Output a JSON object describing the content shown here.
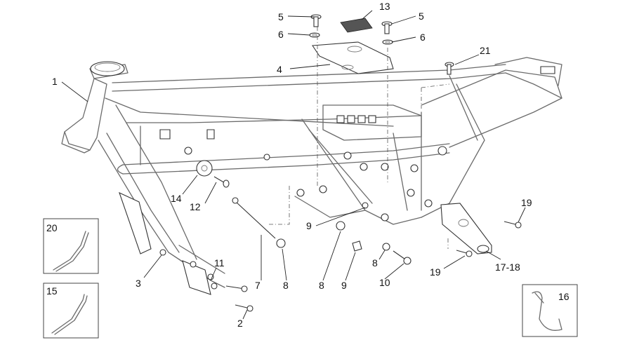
{
  "diagram": {
    "labels": [
      {
        "id": "1",
        "text": "1"
      },
      {
        "id": "2",
        "text": "2"
      },
      {
        "id": "3",
        "text": "3"
      },
      {
        "id": "4",
        "text": "4"
      },
      {
        "id": "5a",
        "text": "5"
      },
      {
        "id": "5b",
        "text": "5"
      },
      {
        "id": "6a",
        "text": "6"
      },
      {
        "id": "6b",
        "text": "6"
      },
      {
        "id": "7",
        "text": "7"
      },
      {
        "id": "8a",
        "text": "8"
      },
      {
        "id": "8b",
        "text": "8"
      },
      {
        "id": "8c",
        "text": "8"
      },
      {
        "id": "9a",
        "text": "9"
      },
      {
        "id": "9b",
        "text": "9"
      },
      {
        "id": "10",
        "text": "10"
      },
      {
        "id": "11",
        "text": "11"
      },
      {
        "id": "12",
        "text": "12"
      },
      {
        "id": "13",
        "text": "13"
      },
      {
        "id": "14",
        "text": "14"
      },
      {
        "id": "15",
        "text": "15"
      },
      {
        "id": "16",
        "text": "16"
      },
      {
        "id": "17-18",
        "text": "17-18"
      },
      {
        "id": "19a",
        "text": "19"
      },
      {
        "id": "19b",
        "text": "19"
      },
      {
        "id": "20",
        "text": "20"
      },
      {
        "id": "21",
        "text": "21"
      }
    ],
    "colors": {
      "line": "#6b6b6b",
      "ink": "#111111",
      "background": "#ffffff"
    }
  }
}
